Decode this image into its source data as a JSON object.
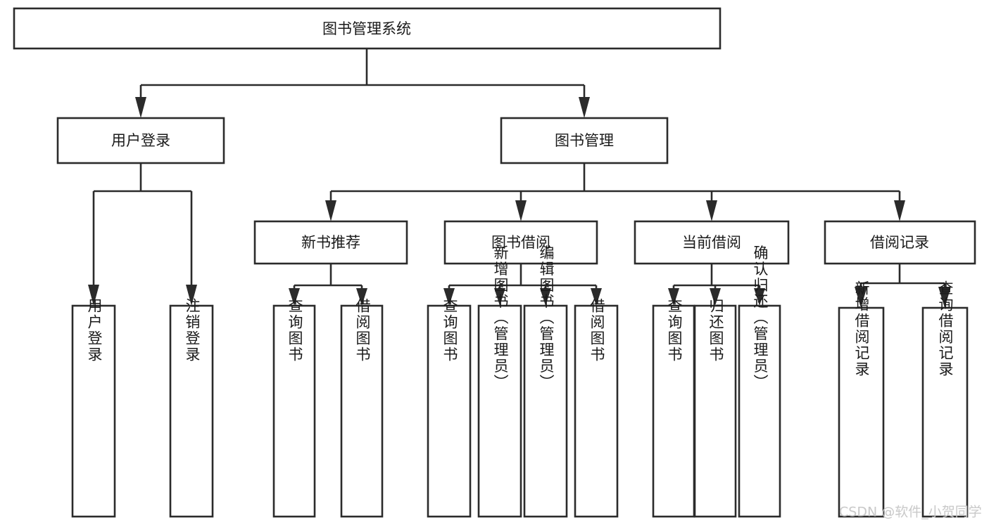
{
  "diagram": {
    "title": "图书管理系统",
    "type": "tree-hierarchy-diagram",
    "watermark": "CSDN @软件_小贺同学",
    "colors": {
      "stroke": "#2b2b2b",
      "fill": "#ffffff",
      "text": "#1a1a1a",
      "watermark": "#c9c9c9",
      "background": "#ffffff"
    },
    "root": {
      "label": "图书管理系统"
    },
    "level2": [
      {
        "label": "用户登录"
      },
      {
        "label": "图书管理"
      }
    ],
    "level3": [
      {
        "label": "新书推荐"
      },
      {
        "label": "图书借阅"
      },
      {
        "label": "当前借阅"
      },
      {
        "label": "借阅记录"
      }
    ],
    "leaves": {
      "user_login": [
        {
          "label": "用户登录"
        },
        {
          "label": "注销登录"
        }
      ],
      "new_book_recommend": [
        {
          "label": "查询图书"
        },
        {
          "label": "借阅图书"
        }
      ],
      "book_borrow": [
        {
          "label": "查询图书"
        },
        {
          "label": "新增图书（管理员）"
        },
        {
          "label": "编辑图书（管理员）"
        },
        {
          "label": "借阅图书"
        }
      ],
      "current_borrow": [
        {
          "label": "查询图书"
        },
        {
          "label": "归还图书"
        },
        {
          "label": "确认归还（管理员）"
        }
      ],
      "borrow_record": [
        {
          "label": "新增借阅记录"
        },
        {
          "label": "查询借阅记录"
        }
      ]
    }
  }
}
